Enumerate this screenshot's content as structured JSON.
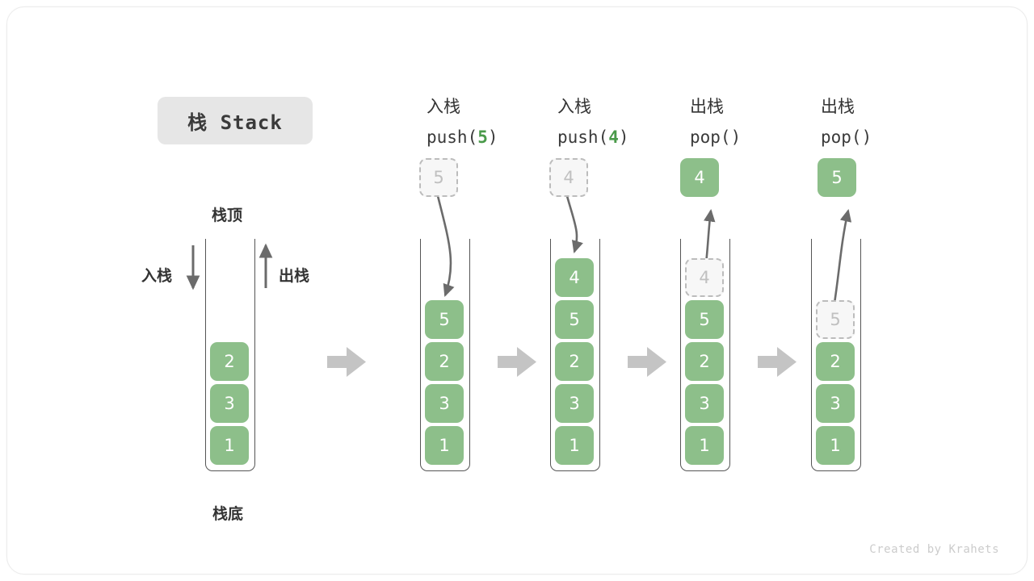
{
  "title": {
    "label": "栈 Stack"
  },
  "labels": {
    "top": "栈顶",
    "bottom": "栈底",
    "push": "入栈",
    "pop": "出栈"
  },
  "footer": {
    "credit": "Created by Krahets"
  },
  "colors": {
    "cell_fill": "#8dbf8a",
    "cell_text": "#ffffff",
    "ghost_fill": "#f7f7f7",
    "ghost_border": "#bcbcbc",
    "arrow_gray": "#c4c4c4",
    "stroke": "#555555",
    "accent_green": "#4a9a4a",
    "badge_bg": "#e6e6e6"
  },
  "steps": [
    {
      "id": "initial",
      "head_cn": "",
      "head_code": "",
      "stack": [
        "2",
        "3",
        "1"
      ],
      "ghost_top": null,
      "ghost_in_stack": null,
      "popped": null
    },
    {
      "id": "push-5",
      "head_cn": "入栈",
      "head_code_pre": "push(",
      "head_code_arg": "5",
      "head_code_post": ")",
      "stack": [
        "5",
        "2",
        "3",
        "1"
      ],
      "ghost_top": "5",
      "ghost_in_stack": null,
      "popped": null
    },
    {
      "id": "push-4",
      "head_cn": "入栈",
      "head_code_pre": "push(",
      "head_code_arg": "4",
      "head_code_post": ")",
      "stack": [
        "4",
        "5",
        "2",
        "3",
        "1"
      ],
      "ghost_top": "4",
      "ghost_in_stack": null,
      "popped": null
    },
    {
      "id": "pop-4",
      "head_cn": "出栈",
      "head_code_pre": "pop(",
      "head_code_arg": "",
      "head_code_post": ")",
      "stack": [
        "5",
        "2",
        "3",
        "1"
      ],
      "ghost_top": null,
      "ghost_in_stack": "4",
      "popped": "4"
    },
    {
      "id": "pop-5",
      "head_cn": "出栈",
      "head_code_pre": "pop(",
      "head_code_arg": "",
      "head_code_post": ")",
      "stack": [
        "2",
        "3",
        "1"
      ],
      "ghost_top": null,
      "ghost_in_stack": "5",
      "popped": "5"
    }
  ]
}
